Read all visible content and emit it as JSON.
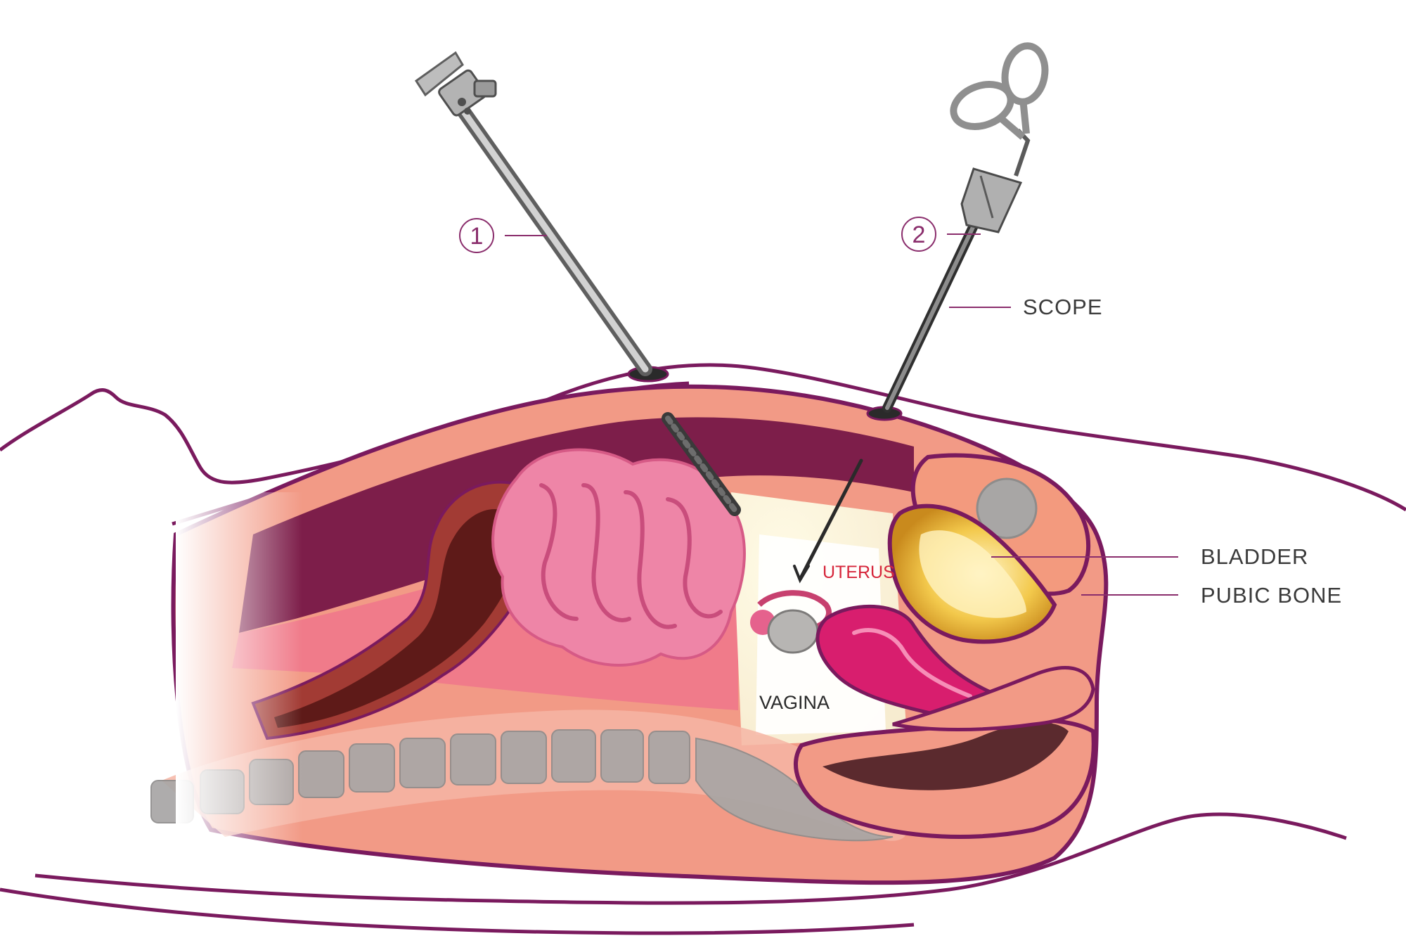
{
  "labels": {
    "callout_1": "1",
    "callout_2": "2",
    "scope": "SCOPE",
    "bladder": "BLADDER",
    "pubic_bone": "PUBIC BONE",
    "uterus": "UTERUS",
    "vagina": "VAGINA"
  },
  "colors": {
    "outline": "#7a1a5e",
    "callout": "#8a2d6c",
    "skin": "#f08a75",
    "cavity": "#7d1e4a",
    "intestine": "#e97ba0",
    "colon": "#6b1c1a",
    "uterus": "#d81e6e",
    "bladder": "#e6b33a",
    "bone": "#a8a6a5",
    "instrument": "#9a9a9a"
  },
  "icons": {
    "instrument_1": "laparoscope-icon",
    "instrument_2": "grasper-scissors-icon"
  }
}
